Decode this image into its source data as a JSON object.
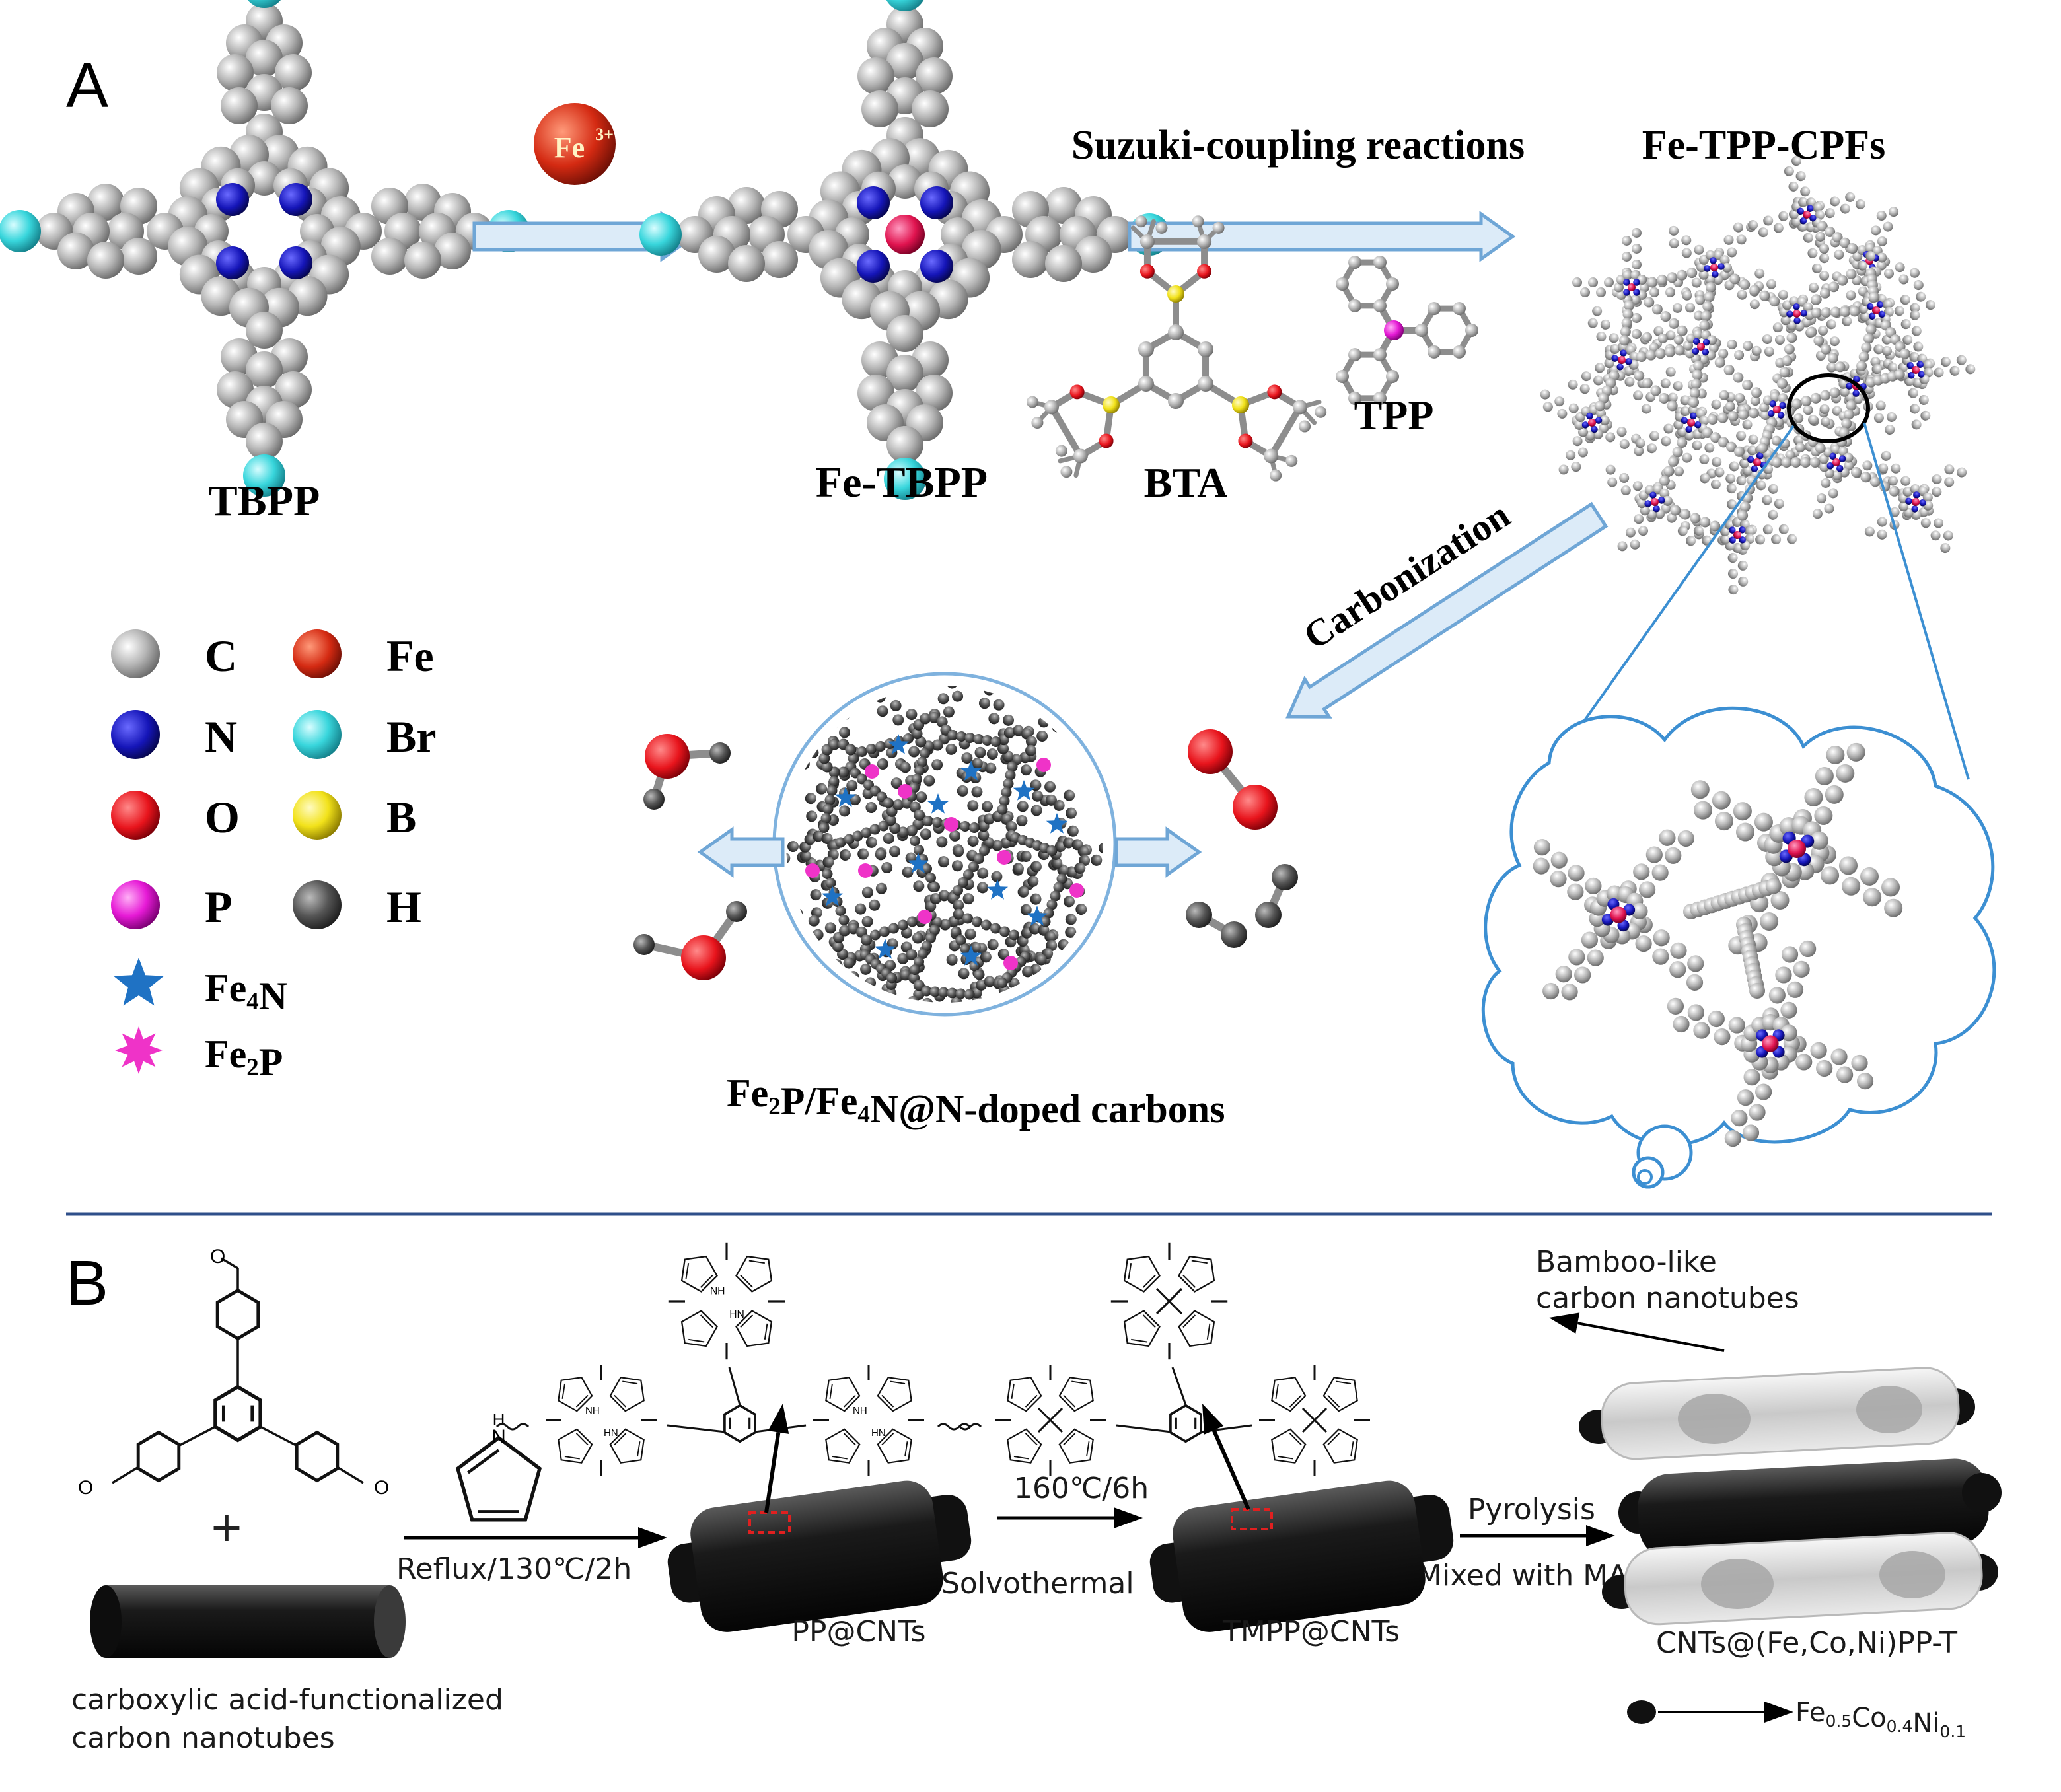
{
  "panel_a": {
    "letter": "A",
    "fe3_badge": "Fe",
    "fe3_charge": "3+",
    "suzuki": "Suzuki-coupling  reactions",
    "labels": {
      "tbpp": "TBPP",
      "fe_tbpp": "Fe-TBPP",
      "bta": "BTA",
      "tpp": "TPP",
      "fe_tpp_cpfs": "Fe-TPP-CPFs"
    },
    "carbonization": "Carbonization",
    "product_parts": [
      "Fe",
      "2",
      "P/Fe",
      "4",
      "N@N-doped carbons"
    ],
    "legend": [
      {
        "symbol": "C",
        "color": "#b4b4b4"
      },
      {
        "symbol": "Fe",
        "color": "#d42a12"
      },
      {
        "symbol": "N",
        "color": "#1515b8"
      },
      {
        "symbol": "Br",
        "color": "#38d6dc"
      },
      {
        "symbol": "O",
        "color": "#e8141c"
      },
      {
        "symbol": "B",
        "color": "#f2e21a"
      },
      {
        "symbol": "P",
        "color": "#e61ad6"
      },
      {
        "symbol": "H",
        "color": "#555555"
      }
    ],
    "star_legend": {
      "fe4n_a": "Fe",
      "fe4n_sub": "4",
      "fe4n_b": "N",
      "fe2p_a": "Fe",
      "fe2p_sub": "2",
      "fe2p_b": "P"
    }
  },
  "panel_b": {
    "letter": "B",
    "reflux": "Reflux/130℃/2h",
    "temp": "160℃/6h",
    "solvothermal": "Solvothermal",
    "pyrolysis": "Pyrolysis",
    "mixed_ma": "Mixed with MA",
    "pp_cnts": "PP@CNTs",
    "tmpp_cnts": "TMPP@CNTs",
    "bamboo_1": "Bamboo-like",
    "bamboo_2": "carbon nanotubes",
    "product": "CNTs@(Fe,Co,Ni)PP-T",
    "cnt_1": "carboxylic acid-functionalized",
    "cnt_2": "carbon nanotubes",
    "alloy_parts": [
      "Fe",
      "0.5",
      "Co",
      "0.4",
      "Ni",
      "0.1"
    ],
    "nh": "NH",
    "hn": "HN",
    "n": "N",
    "h": "H",
    "plus": "+"
  },
  "colors": {
    "arrow_fill": "#dcebf8",
    "arrow_stroke": "#6fa6d6",
    "divider": "#2f4f8a",
    "bubble": "#3c8fd2",
    "tube": "#1a1a1a",
    "star": "#1f72c4",
    "pink": "#ef33c8"
  }
}
